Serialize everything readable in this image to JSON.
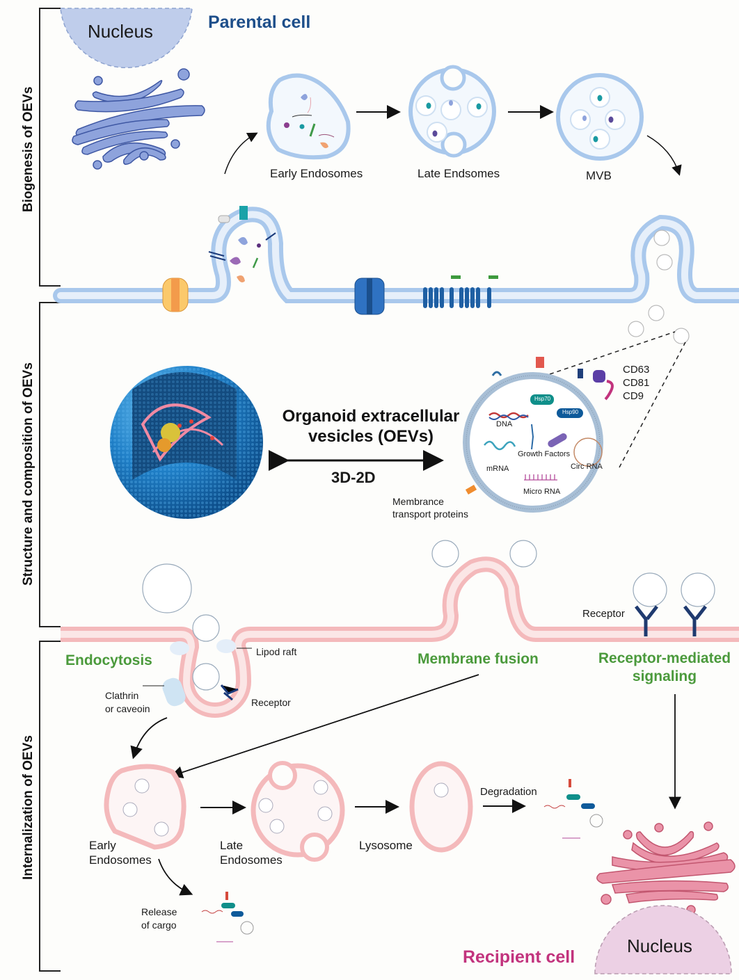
{
  "sections": {
    "biogenesis": "Biogenesis of OEVs",
    "structure": "Structure and composition of OEVs",
    "internalization": "Internalization  of OEVs"
  },
  "parental": {
    "title": "Parental cell",
    "nucleus": "Nucleus",
    "steps": [
      "Early Endosomes",
      "Late Endsomes",
      "MVB"
    ]
  },
  "composition": {
    "title_line1": "Organoid extracellular",
    "title_line2": "vesicles (OEVs)",
    "arrow_label": "3D-2D",
    "markers": [
      "CD63",
      "CD81",
      "CD9"
    ],
    "cargo": {
      "hsp70": "Hsp70",
      "hsp90": "Hsp90",
      "dna": "DNA",
      "growth_factors": "Growth Factors",
      "mrna": "mRNA",
      "circ_rna": "Circ RNA",
      "micro_rna": "Micro RNA"
    },
    "transport_line1": "Membrance",
    "transport_line2": "transport proteins"
  },
  "internalization": {
    "endocytosis": "Endocytosis",
    "lipid_raft": "Lipod raft",
    "clathrin_line1": "Clathrin",
    "clathrin_line2": "or caveoin",
    "receptor_endo": "Receptor",
    "membrane_fusion": "Membrane fusion",
    "receptor_signal_label": "Receptor",
    "receptor_mediated_line1": "Receptor-mediated",
    "receptor_mediated_line2": "signaling",
    "early_line1": "Early",
    "early_line2": "Endosomes",
    "late_line1": "Late",
    "late_line2": "Endosomes",
    "lysosome": "Lysosome",
    "degradation": "Degradation",
    "release_line1": "Release",
    "release_line2": "of cargo",
    "recipient_title": "Recipient cell",
    "nucleus": "Nucleus"
  },
  "colors": {
    "parental_membrane": "#a9c8ec",
    "recipient_membrane": "#f4b9bb",
    "golgi_blue": "#8ea3dc",
    "golgi_pink": "#ea93a8",
    "nucleus_blue": "#bfcdeb",
    "nucleus_pink": "#ecd0e4",
    "green_label": "#4b9a3c",
    "blue_title": "#1d4e8a",
    "pink_title": "#c2337d"
  }
}
